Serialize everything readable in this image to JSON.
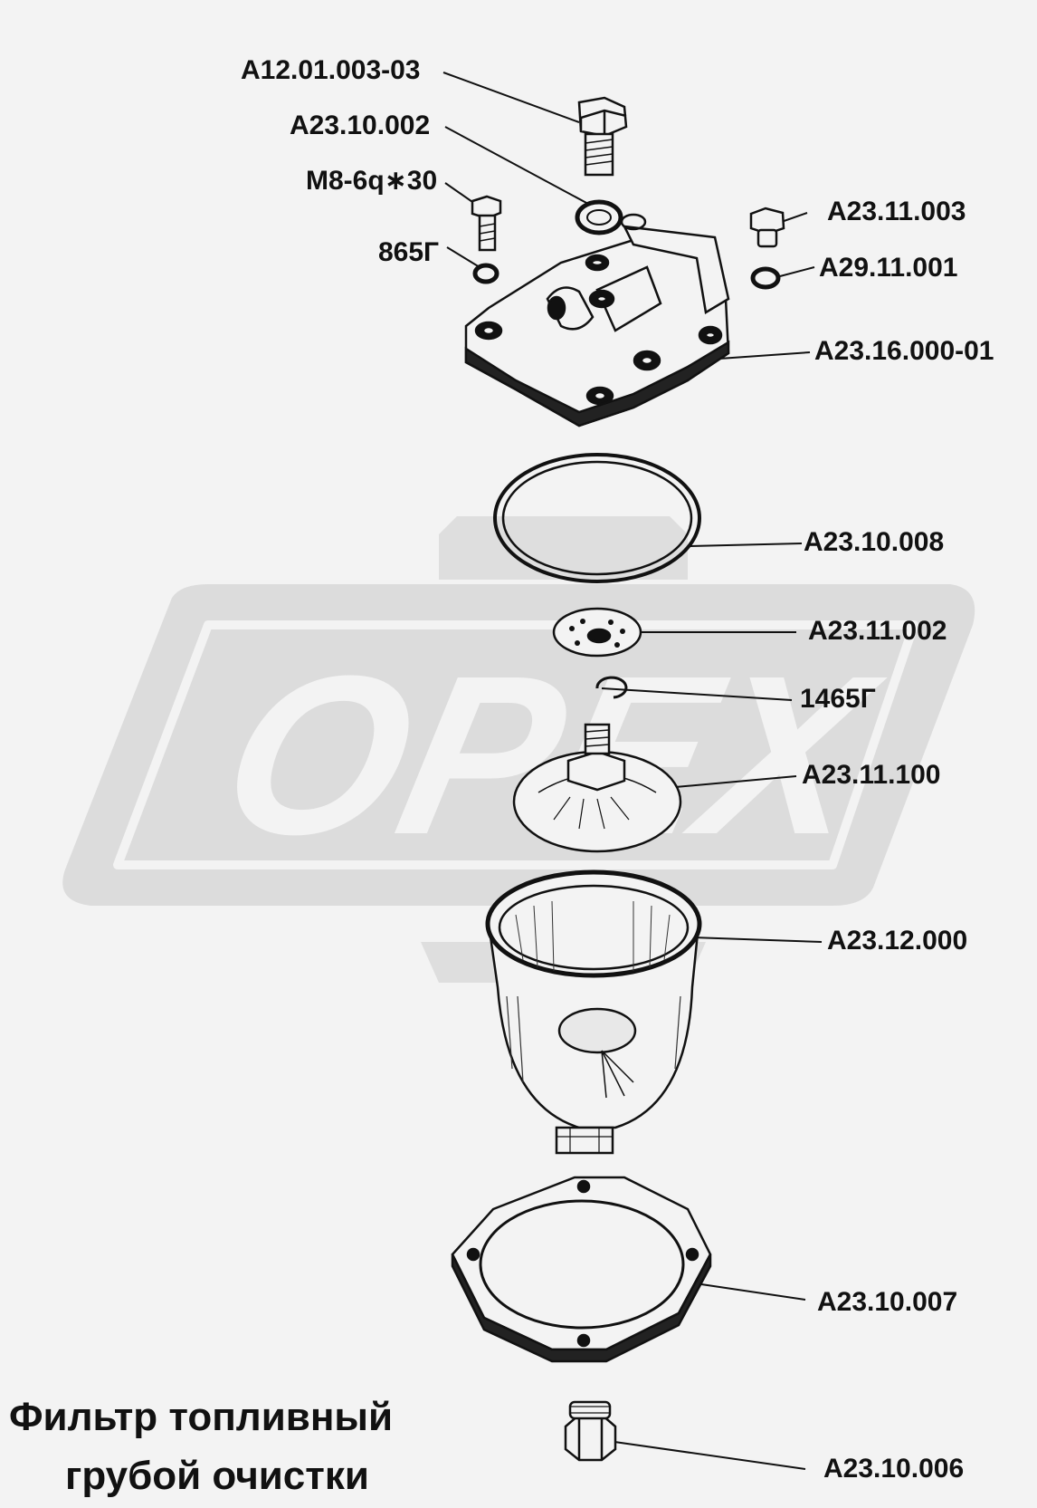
{
  "watermark": {
    "text": "OPEX",
    "color": "#dcdcdc"
  },
  "caption": {
    "line1": "Фильтр топливный",
    "line2": "грубой очистки"
  },
  "parts": [
    {
      "id": "bolt-top",
      "label": "А12.01.003-03"
    },
    {
      "id": "washer-top",
      "label": "А23.10.002"
    },
    {
      "id": "bolt-small",
      "label": "М8-6q∗30"
    },
    {
      "id": "washer-small",
      "label": "865Г"
    },
    {
      "id": "plug-right",
      "label": "А23.11.003"
    },
    {
      "id": "washer-right",
      "label": "А29.11.001"
    },
    {
      "id": "housing",
      "label": "А23.16.000-01"
    },
    {
      "id": "gasket-ring",
      "label": "А23.10.008"
    },
    {
      "id": "distributor-disc",
      "label": "А23.11.002"
    },
    {
      "id": "spring-ring",
      "label": "1465Г"
    },
    {
      "id": "reflector",
      "label": "А23.11.100"
    },
    {
      "id": "bowl",
      "label": "А23.12.000"
    },
    {
      "id": "flange-ring",
      "label": "А23.10.007"
    },
    {
      "id": "drain-plug",
      "label": "А23.10.006"
    }
  ]
}
